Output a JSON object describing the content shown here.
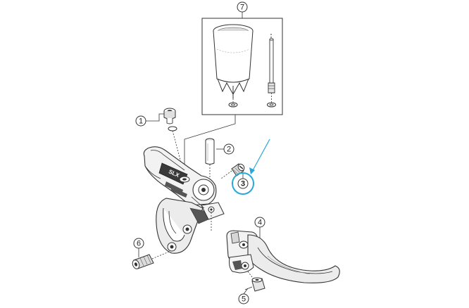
{
  "callouts": {
    "c1": "1",
    "c2": "2",
    "c3": "3",
    "c4": "4",
    "c5": "5",
    "c6": "6",
    "c7": "7"
  },
  "highlight_color": "#29a8d8",
  "highlighted_callout": "3",
  "brand_mark": "SLX"
}
